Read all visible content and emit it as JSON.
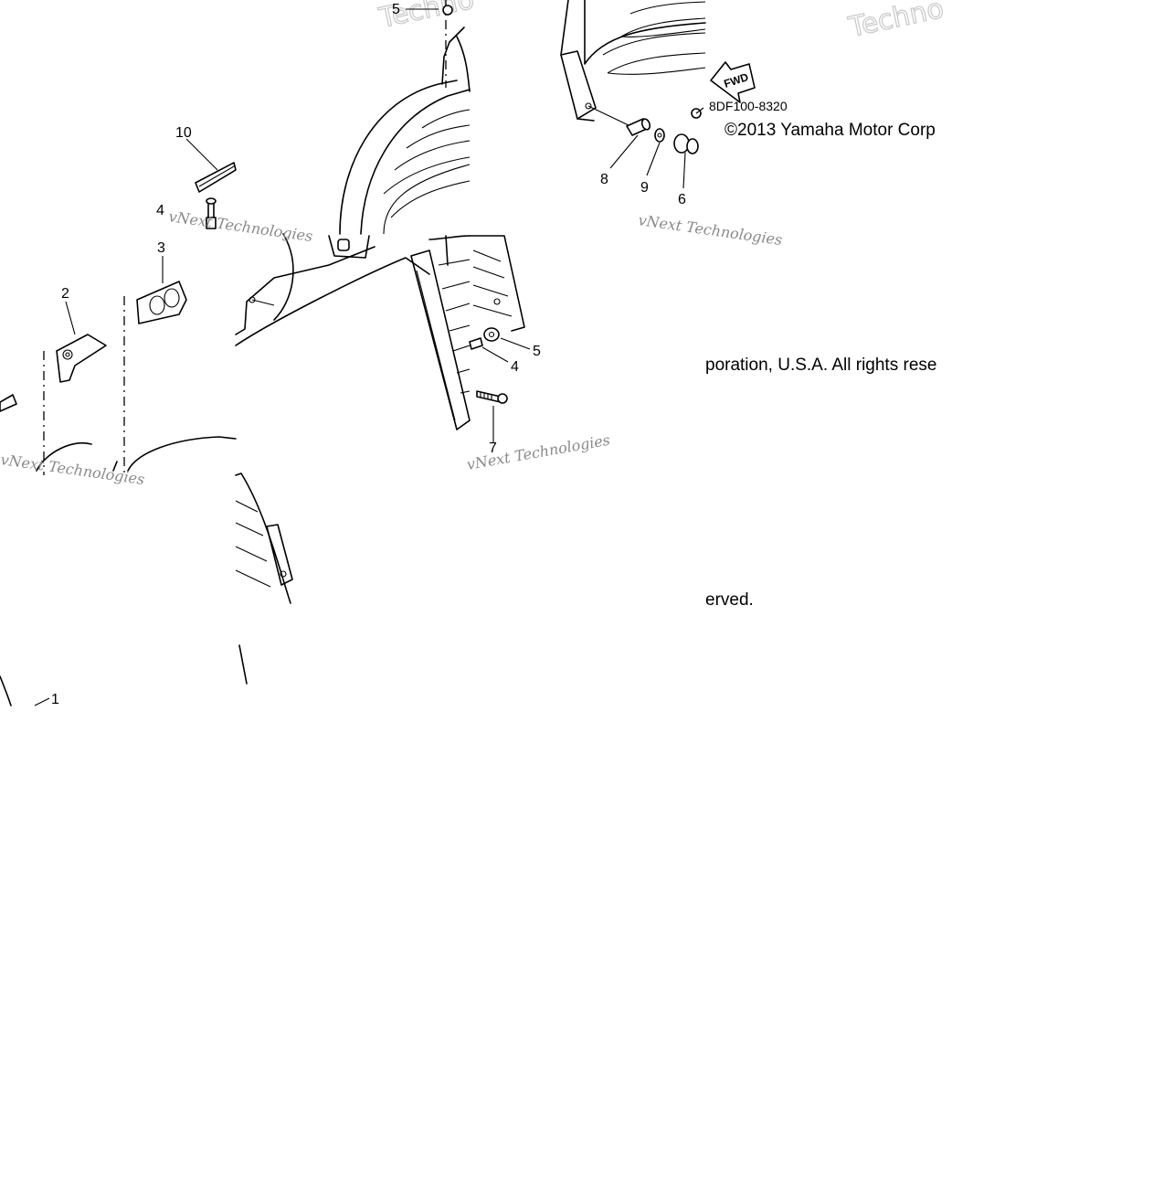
{
  "diagram": {
    "part_code": "8DF100-8320",
    "fwd_label": "FWD",
    "copyright_line_1": "©2013 Yamaha Motor Corp",
    "copyright_line_2": "poration, U.S.A. All rights rese",
    "copyright_line_3": "erved.",
    "watermark_small": "vNext Technologies",
    "watermark_large": "Techno",
    "callouts": [
      "1",
      "2",
      "3",
      "4",
      "4",
      "4",
      "5",
      "5",
      "6",
      "7",
      "8",
      "9",
      "10"
    ]
  }
}
